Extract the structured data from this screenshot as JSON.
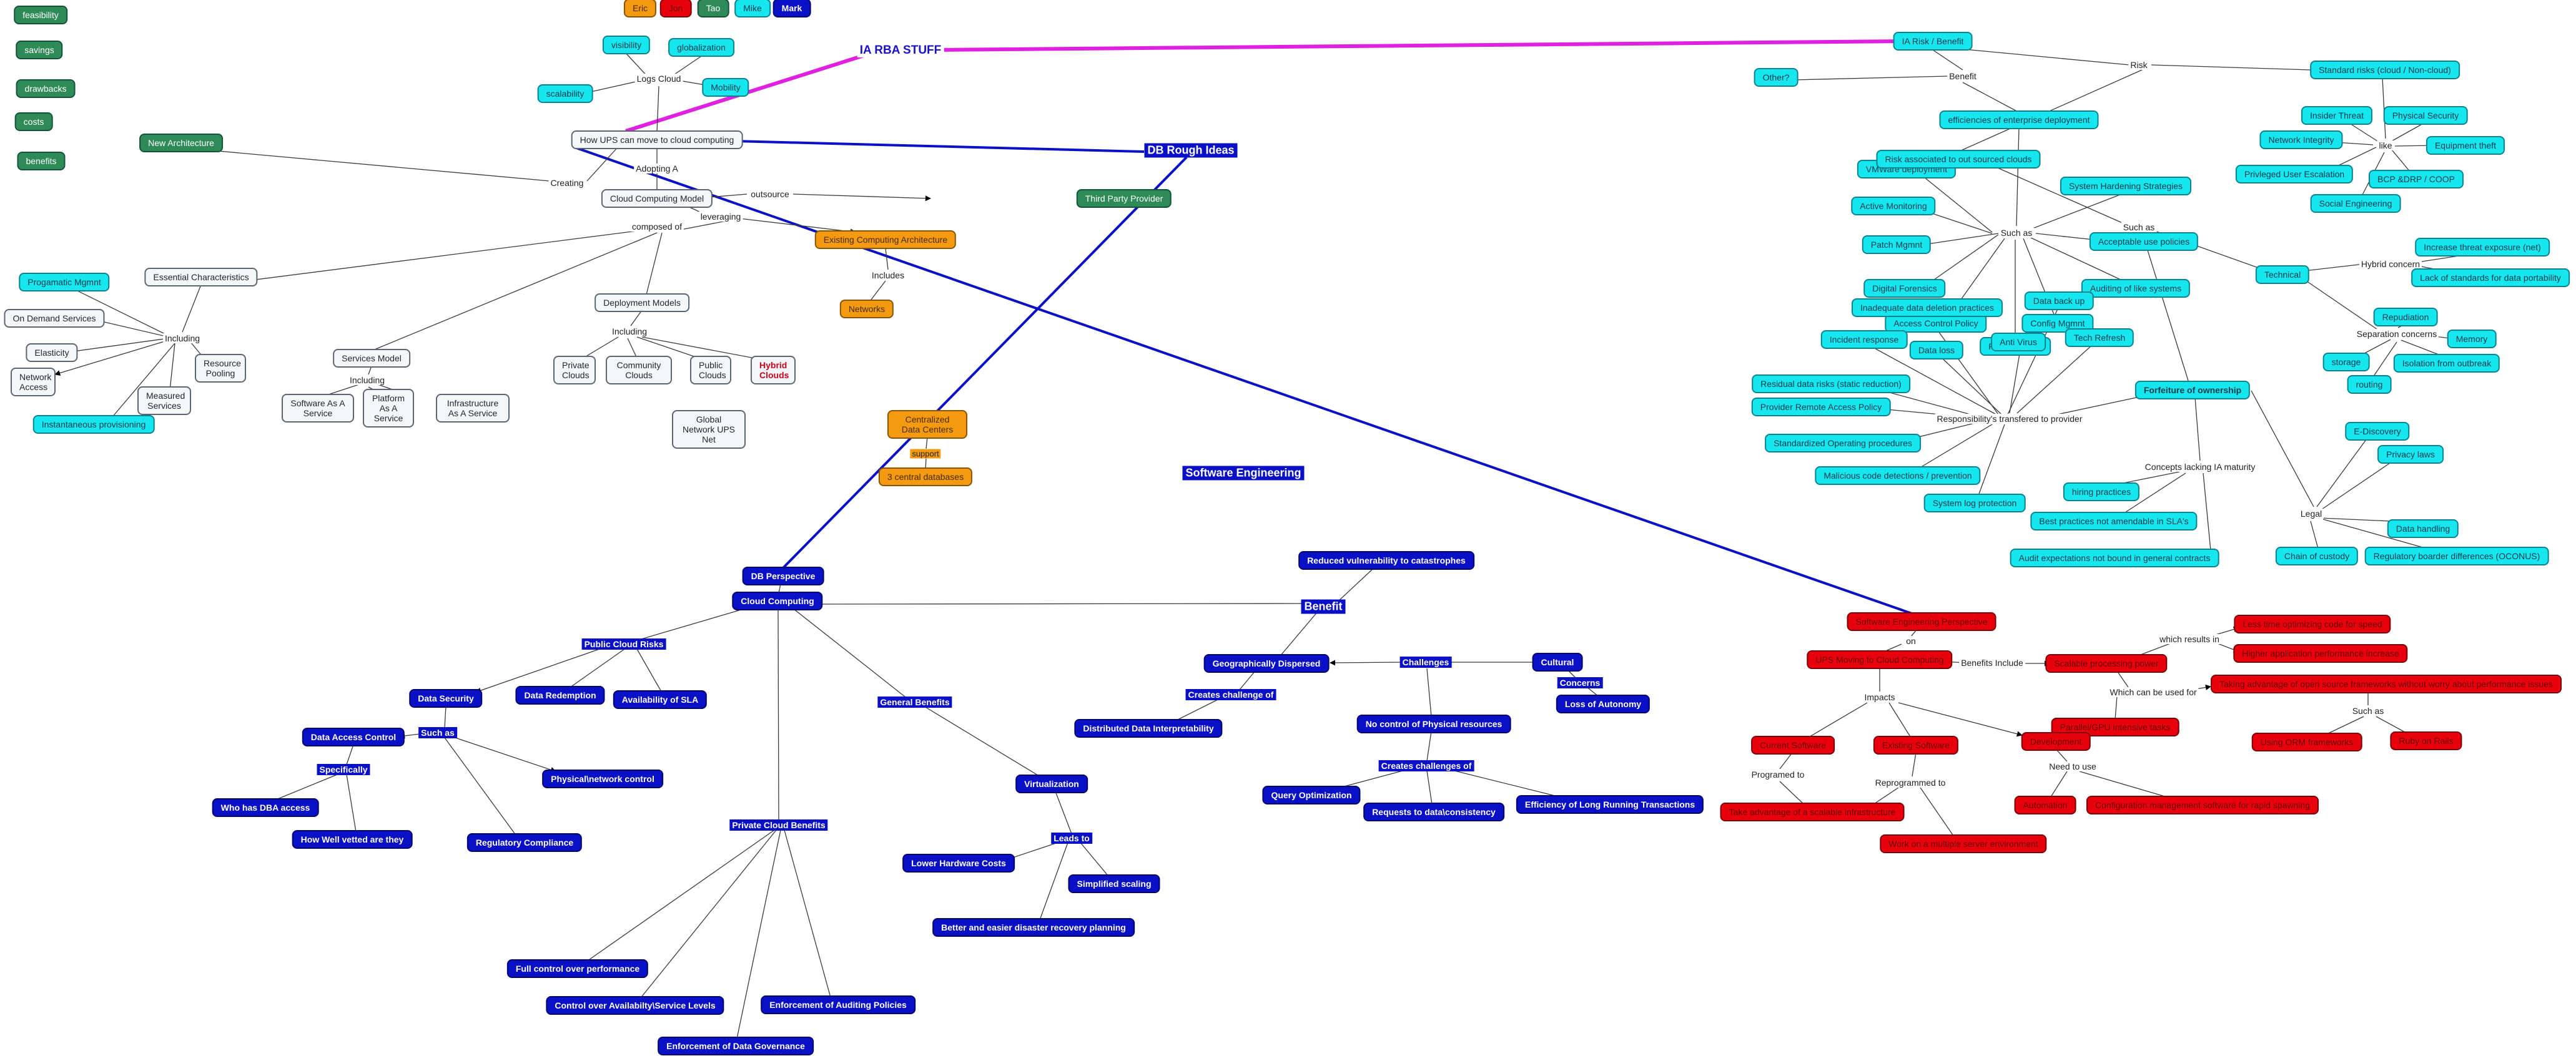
{
  "colors": {
    "plain": "#f4f7fa",
    "cyan": "#16e6ee",
    "green": "#2e8b57",
    "orange": "#f39a10",
    "blue": "#0a10c6",
    "red": "#e8000d",
    "magenta": "#e020e0",
    "link": "#3a3a3a"
  },
  "nodes": {
    "n1": "feasibility",
    "n2": "savings",
    "n3": "drawbacks",
    "n4": "costs",
    "n5": "benefits",
    "n6": "Eric",
    "n7": "Jon",
    "n8": "Tao",
    "n9": "Mike",
    "n10": "Mark",
    "n11": "visibility",
    "n12": "globalization",
    "n13": "Logs Cloud",
    "n14": "scalability",
    "n15": "Mobility",
    "n16": "How UPS can move to cloud computing",
    "n17": "New Architecture",
    "n18": "Creating",
    "n19": "Adopting A",
    "n20": "Cloud Computing Model",
    "n21": "outsource",
    "n22": "Third Party Provider",
    "n23": "leveraging",
    "n24": "composed of",
    "n25": "Existing Computing Architecture",
    "n26": "Includes",
    "n27": "Networks",
    "n28": "Essential Characteristics",
    "n29": "Progamatic Mgmnt",
    "n30": "On Demand Services",
    "n31": "Including",
    "n32": "Elasticity",
    "n33": "Network Access",
    "n34": "Measured Services",
    "n35": "Resource Pooling",
    "n36": "Instantaneous provisioning",
    "n37": "Services Model",
    "n38": "Including",
    "n39": "Software As A Service",
    "n40": "Platform As A Service",
    "n41": "Infrastructure As A Service",
    "n42": "Deployment Models",
    "n43": "Including",
    "n44": "Private Clouds",
    "n45": "Community Clouds",
    "n46": "Public Clouds",
    "n47": "Hybrid Clouds",
    "n48": "Centralized Data Centers",
    "n49": "support",
    "n50": "3 central databases",
    "n51": "Global Network UPS Net",
    "n52": "IA RBA STUFF",
    "n53": "IA Risk / Benefit",
    "n54": "Other?",
    "n55": "Benefit",
    "n56": "efficiencies of enterprise deployment",
    "n57": "VMWare deployment",
    "n58": "Active Monitoring",
    "n59": "Patch Mgmnt",
    "n60": "Digital Forensics",
    "n61": "Access Control Policy",
    "n62": "RBAC Mgmnt",
    "n63": "Config Mgmnt",
    "n64": "Auditing of like systems",
    "n65": "Acceptable use policies",
    "n66": "System Hardening Strategies",
    "n67": "Such as",
    "n68": "Risk",
    "n69": "Standard risks (cloud / Non-cloud)",
    "n70": "Insider Threat",
    "n71": "Physical Security",
    "n72": "Network Integrity",
    "n73": "like",
    "n74": "Equipment theft",
    "n75": "Privleged User Escalation",
    "n76": "BCP &DRP / COOP",
    "n77": "Social Engineering",
    "n78": "Risk associated to out sourced clouds",
    "n79": "Such as",
    "n80": "Technical",
    "n81": "Hybrid concern",
    "n82": "Increase threat exposure (net)",
    "n83": "Lack of standards for data portability",
    "n84": "Separation concerns",
    "n85": "Repudiation",
    "n86": "Memory",
    "n87": "storage",
    "n88": "Isolation from outbreak",
    "n89": "routing",
    "n90": "Forfeiture of ownership",
    "n91": "Responsibility's transfered to provider",
    "n92": "Inadequate data deletion practices",
    "n93": "Data back up",
    "n94": "Incident response",
    "n95": "Data loss",
    "n96": "Anti Virus",
    "n97": "Tech Refresh",
    "n98": "Residual data risks (static reduction)",
    "n99": "Provider Remote Access Policy",
    "n100": "Standardized Operating procedures",
    "n101": "Malicious code detections / prevention",
    "n102": "System log protection",
    "n103": "Concepts lacking IA maturity",
    "n104": "hiring practices",
    "n105": "Best practices not amendable in SLA's",
    "n106": "Audit expectations not bound in general contracts",
    "n107": "Legal",
    "n108": "E-Discovery",
    "n109": "Privacy laws",
    "n110": "Data handling",
    "n111": "Chain of custody",
    "n112": "Regulatory boarder differences (OCONUS)",
    "n113": "DB Rough Ideas",
    "n114": "DB Perspective",
    "n115": "Cloud Computing",
    "n116": "Public Cloud Risks",
    "n117": "Data Security",
    "n118": "Data Redemption",
    "n119": "Availability of SLA",
    "n120": "Data Access Control",
    "n121": "Such as",
    "n122": "Physical\\network control",
    "n123": "Specifically",
    "n124": "Who has DBA access",
    "n125": "How Well vetted are they",
    "n126": "Regulatory Compliance",
    "n127": "Private Cloud Benefits",
    "n128": "Full control over performance",
    "n129": "Control over Availabilty\\Service Levels",
    "n130": "Enforcement of Auditing Policies",
    "n131": "Enforcement of Data Governance",
    "n132": "General Benefits",
    "n133": "Virtualization",
    "n134": "Leads to",
    "n135": "Lower Hardware Costs",
    "n136": "Simplified scaling",
    "n137": "Better and easier disaster recovery planning",
    "n138": "Benefit",
    "n139": "Reduced vulnerability to catastrophes",
    "n140": "Geographically Dispersed",
    "n141": "Challenges",
    "n142": "Creates challenge of",
    "n143": "Distributed Data Interpretability",
    "n144": "Cultural",
    "n145": "Concerns",
    "n146": "Loss of Autonomy",
    "n147": "No control of Physical resources",
    "n148": "Creates challenges of",
    "n149": "Query Optimization",
    "n150": "Requests to data\\consistency",
    "n151": "Efficiency of Long Running Transactions",
    "n152": "Software Engineering",
    "n153": "Software Engineering Perspective",
    "n154": "on",
    "n155": "UPS Moving to Cloud Computing",
    "n156": "Benefits Include",
    "n157": "Scalable processing power",
    "n158": "which results in",
    "n159": "Less time optimizing code for speed",
    "n160": "Higher application performance increase",
    "n161": "Which can be used for",
    "n162": "Taking advantage of open source frameworks without worry about performance issues",
    "n163": "Such as",
    "n164": "Using ORM frameworks",
    "n165": "Ruby on Rails",
    "n166": "Parallel/GPU intensive tasks",
    "n167": "Impacts",
    "n168": "Current Software",
    "n169": "Existing Software",
    "n170": "Programed to",
    "n171": "Reprogrammed to",
    "n172": "Take advantage of a scalable infrastructure",
    "n173": "Work on a multiple server environment",
    "n174": "Development",
    "n175": "Need to use",
    "n176": "Automation",
    "n177": "Configuration management software for rapid spawning"
  }
}
